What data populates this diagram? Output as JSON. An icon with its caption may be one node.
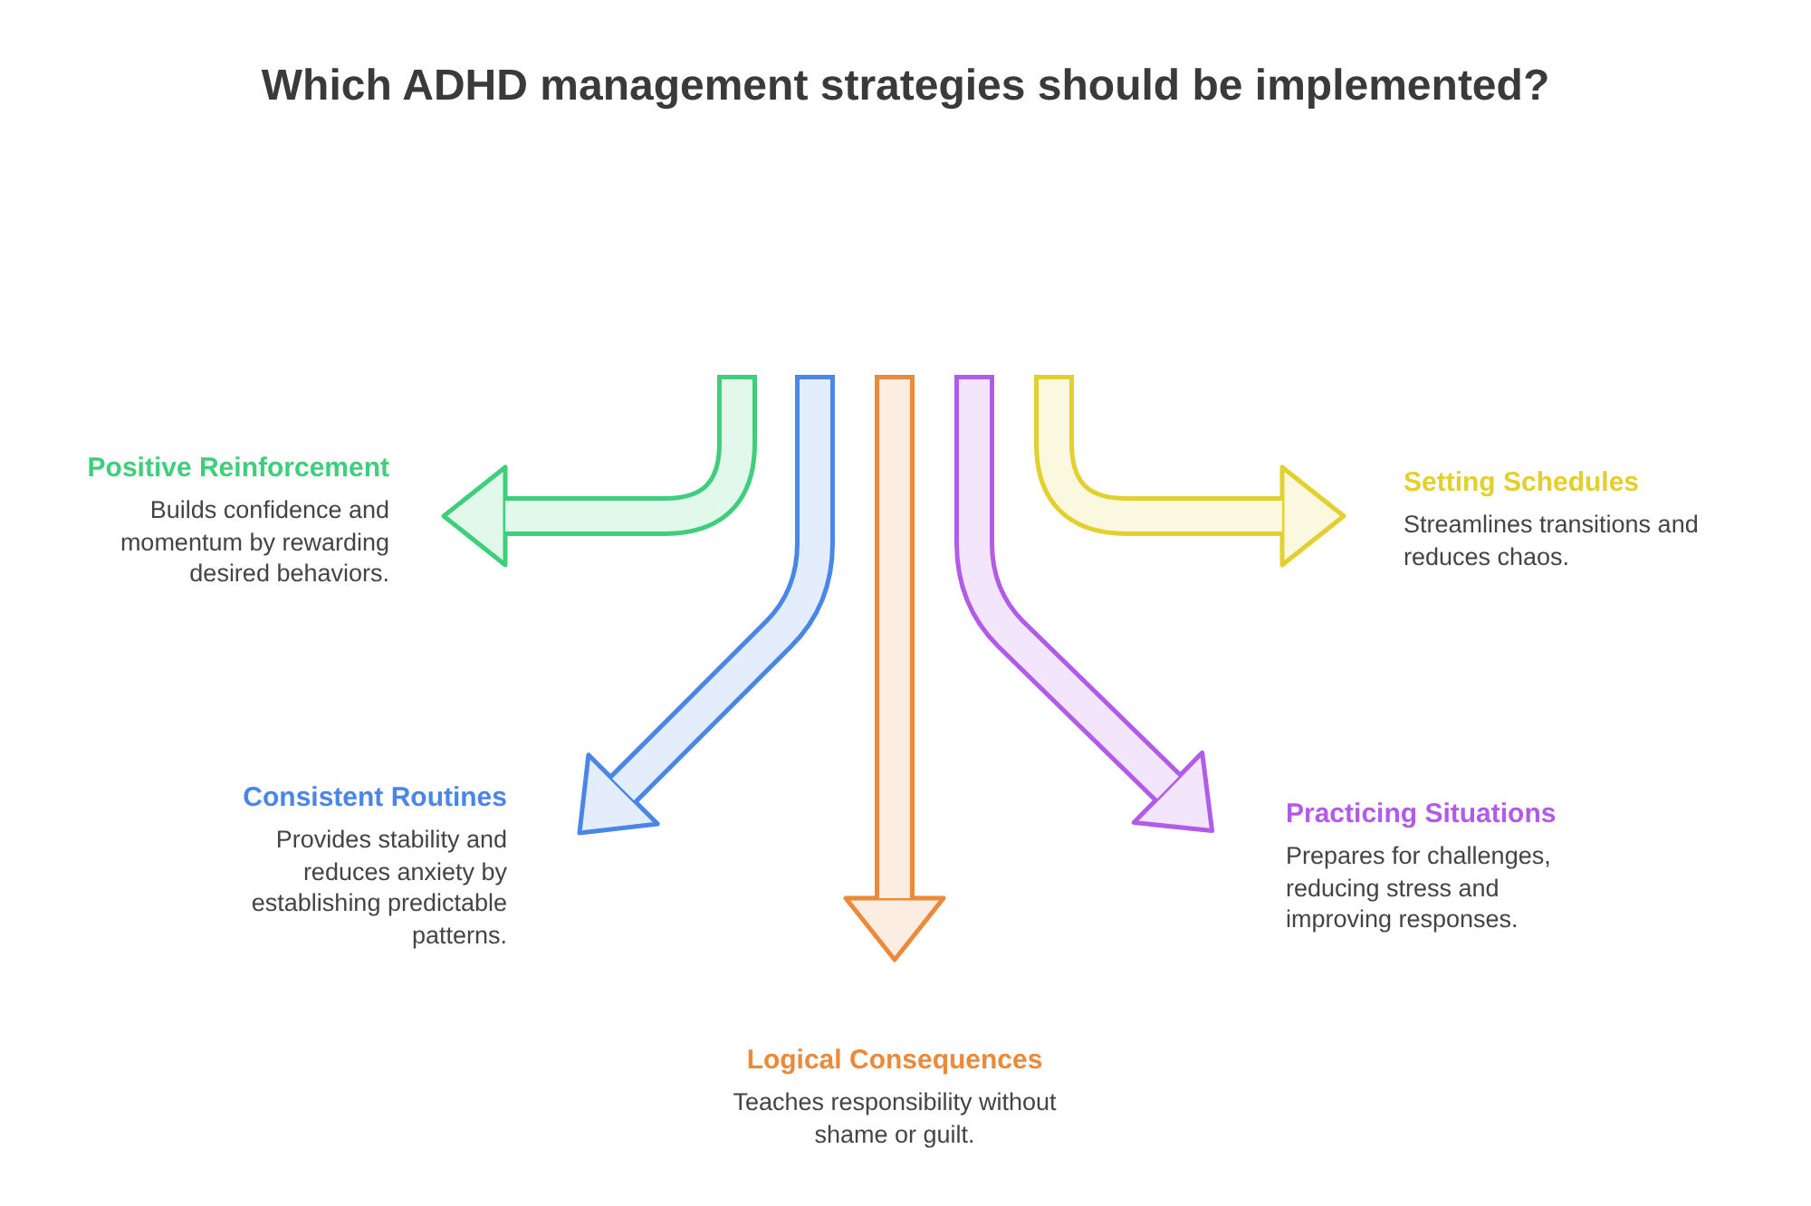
{
  "diagram": {
    "title": "Which ADHD management strategies should be implemented?",
    "nodes": [
      {
        "text": [
          "Positive Reinforcement",
          "Builds confidence and momentum by rewarding desired behaviors."
        ]
      },
      {
        "text": [
          "Setting Schedules",
          "Streamlines transitions and reduces chaos."
        ]
      },
      {
        "text": [
          "Consistent Routines",
          "Provides stability and reduces anxiety by establishing predictable patterns."
        ]
      },
      {
        "text": [
          "Practicing Situations",
          "Prepares for challenges, reducing stress and improving responses."
        ]
      },
      {
        "text": [
          "Logical Consequences",
          "Teaches responsibility without shame or guilt."
        ]
      }
    ],
    "edges": [
      {
        "from": null,
        "to": 0,
        "arrow": "to",
        "color": "#3fcf7c"
      },
      {
        "from": null,
        "to": 2,
        "arrow": "to",
        "color": "#4a86e8"
      },
      {
        "from": null,
        "to": 4,
        "arrow": "to",
        "color": "#ec8a3c"
      },
      {
        "from": null,
        "to": 3,
        "arrow": "to",
        "color": "#b25be8"
      },
      {
        "from": null,
        "to": 1,
        "arrow": "to",
        "color": "#e3cf2e"
      }
    ]
  }
}
